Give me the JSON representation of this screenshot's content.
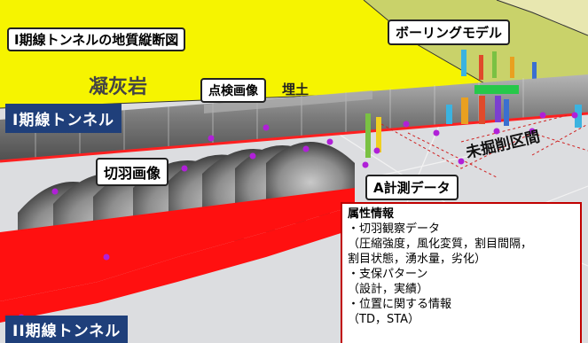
{
  "labels": {
    "cross_section_title": "I期線トンネルの地質縦断図",
    "boring_model": "ボーリングモデル",
    "tuff": "凝灰岩",
    "fill": "埋土",
    "inspection_image": "点検画像",
    "tunnel1": "I期線トンネル",
    "face_image": "切羽画像",
    "unexcavated": "未掘削区間",
    "measurement": "A計測データ",
    "tunnel2": "II期線トンネル"
  },
  "attributes": {
    "title": "属性情報",
    "items": [
      "・切羽観察データ",
      "（圧縮強度，風化変質，割目間隔，",
      "割目状態，湧水量，劣化）",
      "・支保パターン",
      "（設計，実績）",
      "・位置に関する情報",
      "（TD，STA）"
    ]
  },
  "colors": {
    "ground": "#d5d7d9",
    "geology_yellow": "#f6f400",
    "geology_green": "#c9d26a",
    "tunnel_gray": "#8a8a8a",
    "red_band": "#ff1010",
    "accent_blue": "#1f3f7a",
    "panel_border": "#c00000",
    "marker": "#b020d8"
  }
}
